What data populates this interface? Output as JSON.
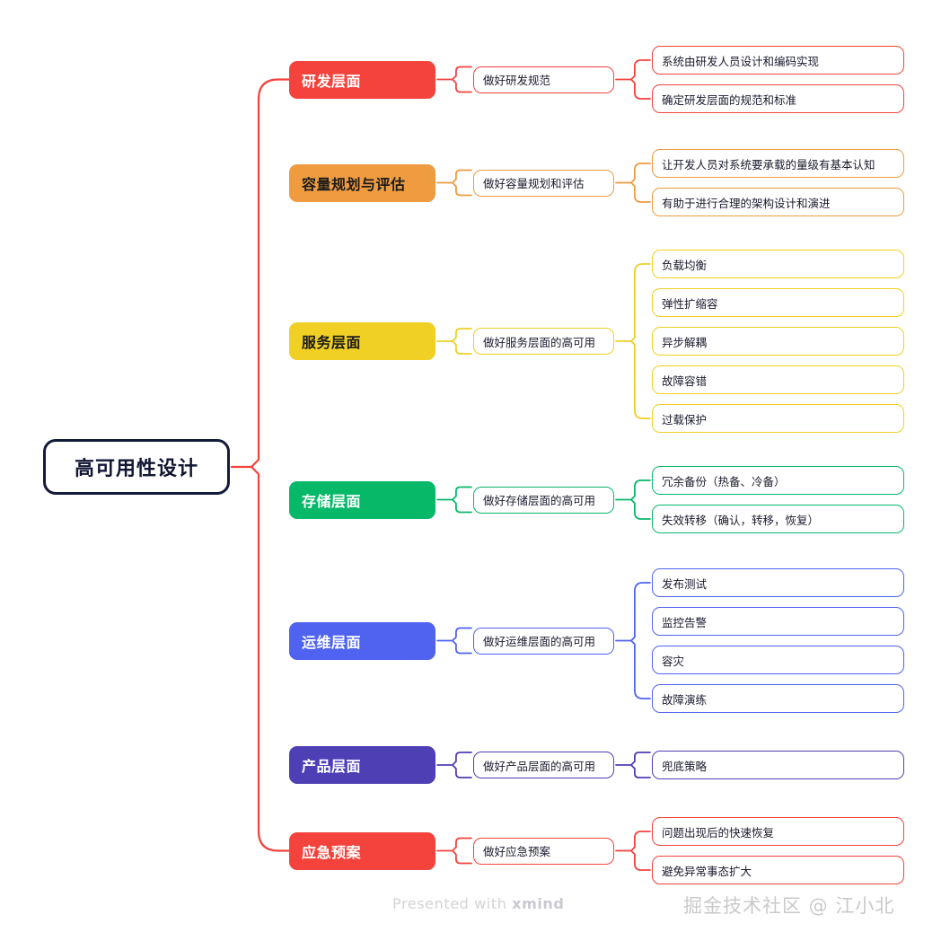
{
  "title": "高可用性设计思维导图",
  "root": {
    "label": "高可用性设计",
    "border_color": "#141a3a",
    "text_color": "#111633"
  },
  "colors": {
    "red": "#f4433c",
    "orange": "#ef9b3f",
    "yellow": "#f0d024",
    "green": "#07b869",
    "blue": "#4f63f0",
    "purple": "#4e3fb5",
    "red2": "#f4433c"
  },
  "branches": [
    {
      "id": "rd",
      "label": "研发层面",
      "color": "#f4433c",
      "text_color": "#ffffff",
      "mid": {
        "label": "做好研发规范"
      },
      "leaves": [
        {
          "label": "系统由研发人员设计和编码实现"
        },
        {
          "label": "确定研发层面的规范和标准"
        }
      ]
    },
    {
      "id": "capacity",
      "label": "容量规划与评估",
      "color": "#ef9b3f",
      "text_color": "#1a1a1a",
      "mid": {
        "label": "做好容量规划和评估"
      },
      "leaves": [
        {
          "label": "让开发人员对系统要承载的量级有基本认知"
        },
        {
          "label": "有助于进行合理的架构设计和演进"
        }
      ]
    },
    {
      "id": "service",
      "label": "服务层面",
      "color": "#f0d024",
      "text_color": "#1a1a1a",
      "mid": {
        "label": "做好服务层面的高可用"
      },
      "leaves": [
        {
          "label": "负载均衡"
        },
        {
          "label": "弹性扩缩容"
        },
        {
          "label": "异步解耦"
        },
        {
          "label": "故障容错"
        },
        {
          "label": "过载保护"
        }
      ]
    },
    {
      "id": "storage",
      "label": "存储层面",
      "color": "#07b869",
      "text_color": "#ffffff",
      "mid": {
        "label": "做好存储层面的高可用"
      },
      "leaves": [
        {
          "label": "冗余备份（热备、冷备）"
        },
        {
          "label": "失效转移（确认，转移，恢复）"
        }
      ]
    },
    {
      "id": "ops",
      "label": "运维层面",
      "color": "#4f63f0",
      "text_color": "#ffffff",
      "mid": {
        "label": "做好运维层面的高可用"
      },
      "leaves": [
        {
          "label": "发布测试"
        },
        {
          "label": "监控告警"
        },
        {
          "label": "容灾"
        },
        {
          "label": "故障演练"
        }
      ]
    },
    {
      "id": "product",
      "label": "产品层面",
      "color": "#4e3fb5",
      "text_color": "#ffffff",
      "mid": {
        "label": "做好产品层面的高可用"
      },
      "leaves": [
        {
          "label": "兜底策略"
        }
      ]
    },
    {
      "id": "emergency",
      "label": "应急预案",
      "color": "#f4433c",
      "text_color": "#ffffff",
      "mid": {
        "label": "做好应急预案"
      },
      "leaves": [
        {
          "label": "问题出现后的快速恢复"
        },
        {
          "label": "避免异常事态扩大"
        }
      ]
    }
  ],
  "watermarks": {
    "xmind_prefix": "Presented with ",
    "xmind_brand": "xmind",
    "juejin": "掘金技术社区 @ 江小北"
  }
}
